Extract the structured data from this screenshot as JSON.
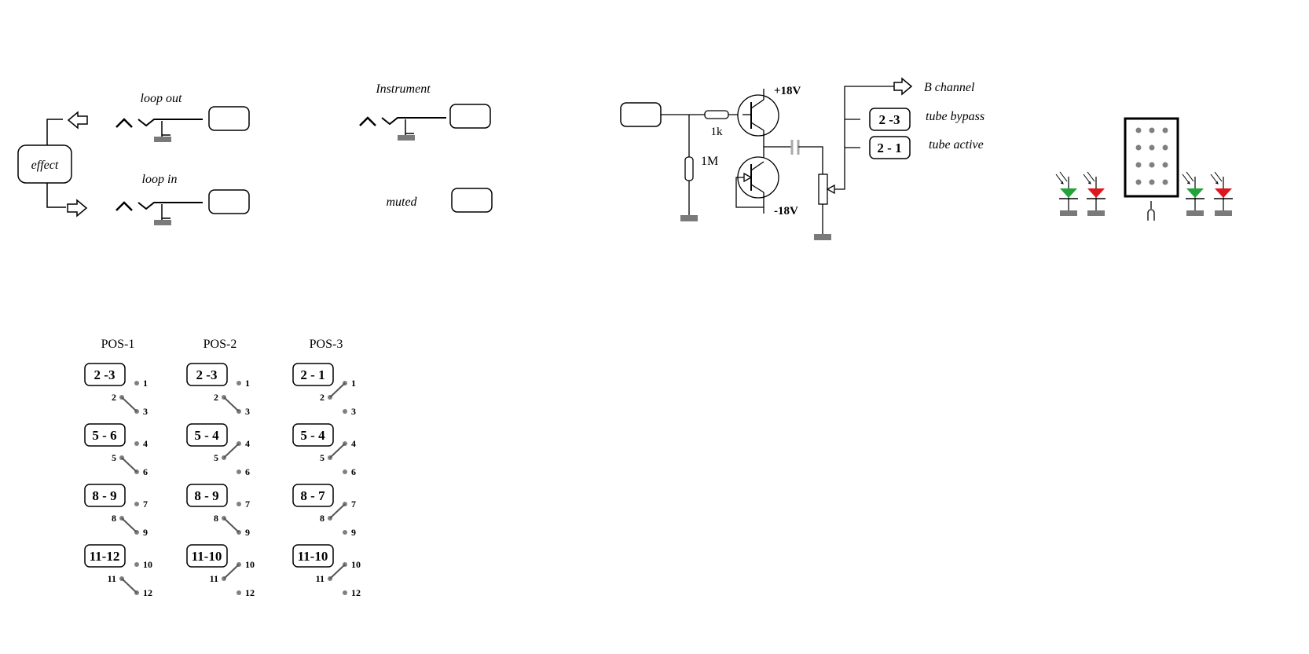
{
  "effect_loop": {
    "effect": "effect",
    "loop_out": "loop out",
    "loop_in": "loop in"
  },
  "instrument_section": {
    "instrument": "Instrument",
    "muted": "muted"
  },
  "circuit": {
    "resistor_series": "1k",
    "resistor_shunt": "1M",
    "supply_pos": "+18V",
    "supply_neg": "-18V",
    "b_channel": "B channel",
    "bypass_box": "2 -3",
    "bypass_label": "tube bypass",
    "active_box": "2 - 1",
    "active_label": "tube active"
  },
  "switch_positions": [
    {
      "title": "POS-1",
      "groups": [
        {
          "box": "2 -3",
          "pins": [
            "1",
            "2",
            "3"
          ]
        },
        {
          "box": "5 - 6",
          "pins": [
            "4",
            "5",
            "6"
          ]
        },
        {
          "box": "8 - 9",
          "pins": [
            "7",
            "8",
            "9"
          ]
        },
        {
          "box": "11-12",
          "pins": [
            "10",
            "11",
            "12"
          ]
        }
      ]
    },
    {
      "title": "POS-2",
      "groups": [
        {
          "box": "2 -3",
          "pins": [
            "1",
            "2",
            "3"
          ]
        },
        {
          "box": "5 - 4",
          "pins": [
            "4",
            "5",
            "6"
          ]
        },
        {
          "box": "8 - 9",
          "pins": [
            "7",
            "8",
            "9"
          ]
        },
        {
          "box": "11-10",
          "pins": [
            "10",
            "11",
            "12"
          ]
        }
      ]
    },
    {
      "title": "POS-3",
      "groups": [
        {
          "box": "2 - 1",
          "pins": [
            "1",
            "2",
            "3"
          ]
        },
        {
          "box": "5 - 4",
          "pins": [
            "4",
            "5",
            "6"
          ]
        },
        {
          "box": "8 - 7",
          "pins": [
            "7",
            "8",
            "9"
          ]
        },
        {
          "box": "11-10",
          "pins": [
            "10",
            "11",
            "12"
          ]
        }
      ]
    }
  ],
  "colors": {
    "led_green": "#22a33a",
    "led_red": "#e0141c",
    "ground": "#7a7a7a",
    "pin_dot": "#808080"
  }
}
